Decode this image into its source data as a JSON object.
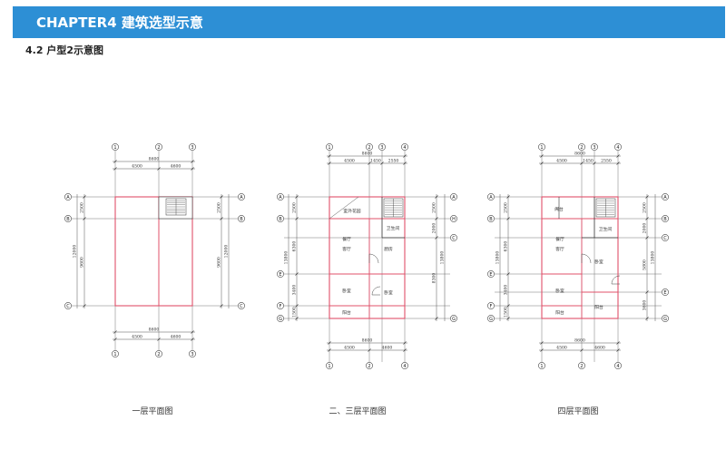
{
  "header": {
    "title": "CHAPTER4  建筑选型示意",
    "bar_color": "#2d8fd5"
  },
  "subtitle": "4.2 户型2示意图",
  "wall_color": "#e0506a",
  "plans": [
    {
      "label": "一层平面图",
      "top_axes": [
        "1",
        "2",
        "3"
      ],
      "bottom_axes": [
        "1",
        "2",
        "3"
      ],
      "left_axes": [
        "A",
        "B",
        "C"
      ],
      "right_axes": [
        "A",
        "B",
        "C"
      ],
      "top_dims": {
        "total": "8600",
        "parts": [
          "4500",
          "4600"
        ]
      },
      "bottom_dims": {
        "total": "8600",
        "parts": [
          "4500",
          "4600"
        ]
      },
      "left_dims": {
        "total": "12000",
        "parts": [
          "2500",
          "9600"
        ]
      },
      "right_dims": {
        "total": "12000",
        "parts": [
          "2500",
          "9600"
        ]
      },
      "rooms": []
    },
    {
      "label": "二、三层平面图",
      "top_axes": [
        "1",
        "2",
        "3",
        "4"
      ],
      "bottom_axes": [
        "1",
        "2",
        "4"
      ],
      "left_axes": [
        "A",
        "B",
        "E",
        "F",
        "G"
      ],
      "right_axes": [
        "A",
        "H",
        "C",
        "G"
      ],
      "top_dims": {
        "total": "8600",
        "parts": [
          "4500",
          "1450",
          "2550"
        ]
      },
      "bottom_dims": {
        "total": "8600",
        "parts": [
          "4500",
          "4600"
        ]
      },
      "left_dims": {
        "total": "13800",
        "parts": [
          "2500",
          "6300",
          "3400",
          "1500"
        ]
      },
      "right_dims": {
        "total": "13800",
        "parts": [
          "2500",
          "2000",
          "8300"
        ]
      },
      "rooms": [
        "室外花园",
        "卫生间",
        "餐厅",
        "客厅",
        "厨房",
        "卧室",
        "卧室",
        "阳台"
      ]
    },
    {
      "label": "四层平面图",
      "top_axes": [
        "1",
        "2",
        "3",
        "4"
      ],
      "bottom_axes": [
        "1",
        "2",
        "4"
      ],
      "left_axes": [
        "A",
        "B",
        "E",
        "F",
        "G"
      ],
      "right_axes": [
        "A",
        "B",
        "C",
        "E",
        "G"
      ],
      "top_dims": {
        "total": "8600",
        "parts": [
          "4500",
          "1450",
          "2550"
        ]
      },
      "bottom_dims": {
        "total": "8600",
        "parts": [
          "4500",
          "4600"
        ]
      },
      "left_dims": {
        "total": "13800",
        "parts": [
          "2500",
          "6300",
          "3400",
          "1500"
        ]
      },
      "right_dims": {
        "total": "13800",
        "parts": [
          "2500",
          "2000",
          "5800",
          "3600"
        ]
      },
      "rooms": [
        "阁台",
        "卫生间",
        "餐厅",
        "客厅",
        "卧室",
        "卧室",
        "阳台",
        "阳台"
      ]
    }
  ]
}
